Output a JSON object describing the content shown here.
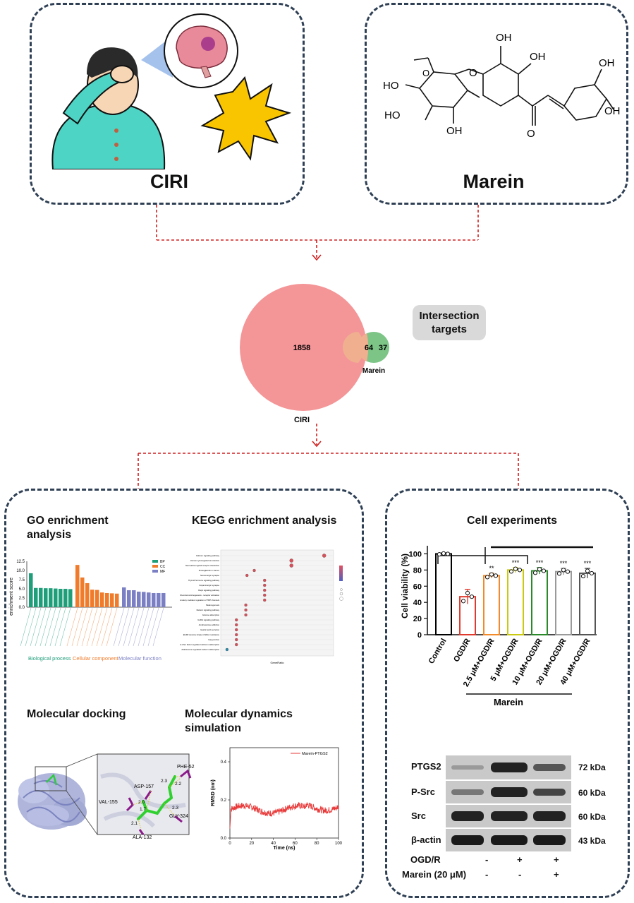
{
  "top": {
    "ciri_label": "CIRI",
    "marein_label": "Marein",
    "molecule_labels": [
      "HO",
      "HO",
      "OH",
      "OH",
      "OH",
      "OH",
      "OH",
      "O",
      "O",
      "O"
    ]
  },
  "venn": {
    "left_label": "CIRI",
    "right_label": "Marein",
    "left_only": "1858",
    "overlap": "64",
    "right_only": "37",
    "badge": "Intersection targets",
    "colors": {
      "left": "#f49597",
      "right": "#7cc586",
      "overlap": "#f0b090"
    }
  },
  "go": {
    "title": "GO enrichment analysis",
    "y_label": "enrichment score",
    "y_ticks": [
      "12.5",
      "10.0",
      "7.5",
      "5.0",
      "2.5",
      "0.0"
    ],
    "legend": [
      "BP",
      "CC",
      "MF"
    ],
    "groups": [
      "Biological process",
      "Cellular component",
      "Molecular function"
    ],
    "colors": {
      "bp": "#1f9e7a",
      "cc": "#f07b2a",
      "mf": "#7b7fc4"
    }
  },
  "kegg": {
    "title": "KEGG enrichment analysis",
    "x_label": "GeneRatio",
    "pathways": [
      "Calcium signaling pathway",
      "Human cytomegalovirus infection",
      "Neuroactive ligand-receptor interaction",
      "Prostaglandin in cancer",
      "Serotonergic synapse",
      "Thyroid hormone signaling pathway",
      "Dopaminergic synapse",
      "Rap1 signaling pathway",
      "Chemical carcinogenesis - receptor activation",
      "Inflammatory mediator regulation of TRP channels",
      "Melanogenesis",
      "Relaxin signaling pathway",
      "Glucose absorption",
      "GnRH signaling pathway",
      "Amphetamine addiction",
      "Gastric acid secretion",
      "EGFR tyrosine kinase inhibitor resistance",
      "Gap junction",
      "Endocrine and other factor-regulated calcium reabsorption",
      "Aldosterone-regulated sodium reabsorption"
    ]
  },
  "docking": {
    "title": "Molecular docking",
    "residues": [
      "PHE-52",
      "ASP-157",
      "VAL-155",
      "GLY-324",
      "ALA-132"
    ],
    "distances": [
      "2.3",
      "2.2",
      "2.0",
      "1.7",
      "2.3",
      "2.1"
    ]
  },
  "md": {
    "title": "Molecular dynamics simulation",
    "legend": "Marein-PTGS2",
    "y_label": "RMSD (nm)",
    "x_label": "Time (ns)",
    "x_ticks": [
      "0",
      "20",
      "40",
      "60",
      "80",
      "100"
    ],
    "y_ticks": [
      "0.0",
      "0.2",
      "0.4"
    ],
    "color": "#e83a3a"
  },
  "cell": {
    "title": "Cell experiments",
    "y_label": "Cell viability (%)",
    "y_ticks": [
      "0",
      "20",
      "40",
      "60",
      "80",
      "100"
    ],
    "group_label": "Marein"
  },
  "chart_data": {
    "type": "bar",
    "categories": [
      "Control",
      "OGD/R",
      "2.5 μM+OGD/R",
      "5 μM+OGD/R",
      "10 μM+OGD/R",
      "20 μM+OGD/R",
      "40 μM+OGD/R"
    ],
    "values": [
      100,
      47,
      73,
      80,
      79,
      78,
      76
    ],
    "errors": [
      1,
      9,
      3,
      3,
      4,
      4,
      6
    ],
    "significance": [
      "",
      "",
      "**",
      "***",
      "***",
      "***",
      "***"
    ],
    "colors": [
      "#000000",
      "#e03a2e",
      "#f28a2a",
      "#c9c912",
      "#2a8a2a",
      "#9a9a9a",
      "#555555"
    ],
    "xlabel": "",
    "ylabel": "Cell viability (%)",
    "ylim": [
      0,
      110
    ]
  },
  "western": {
    "proteins": [
      "PTGS2",
      "P-Src",
      "Src",
      "β-actin"
    ],
    "sizes": [
      "72 kDa",
      "60 kDa",
      "60 kDa",
      "43 kDa"
    ],
    "conditions": [
      {
        "label": "OGD/R",
        "values": [
          "-",
          "+",
          "+"
        ]
      },
      {
        "label": "Marein (20 μM)",
        "values": [
          "-",
          "-",
          "+"
        ]
      }
    ]
  }
}
